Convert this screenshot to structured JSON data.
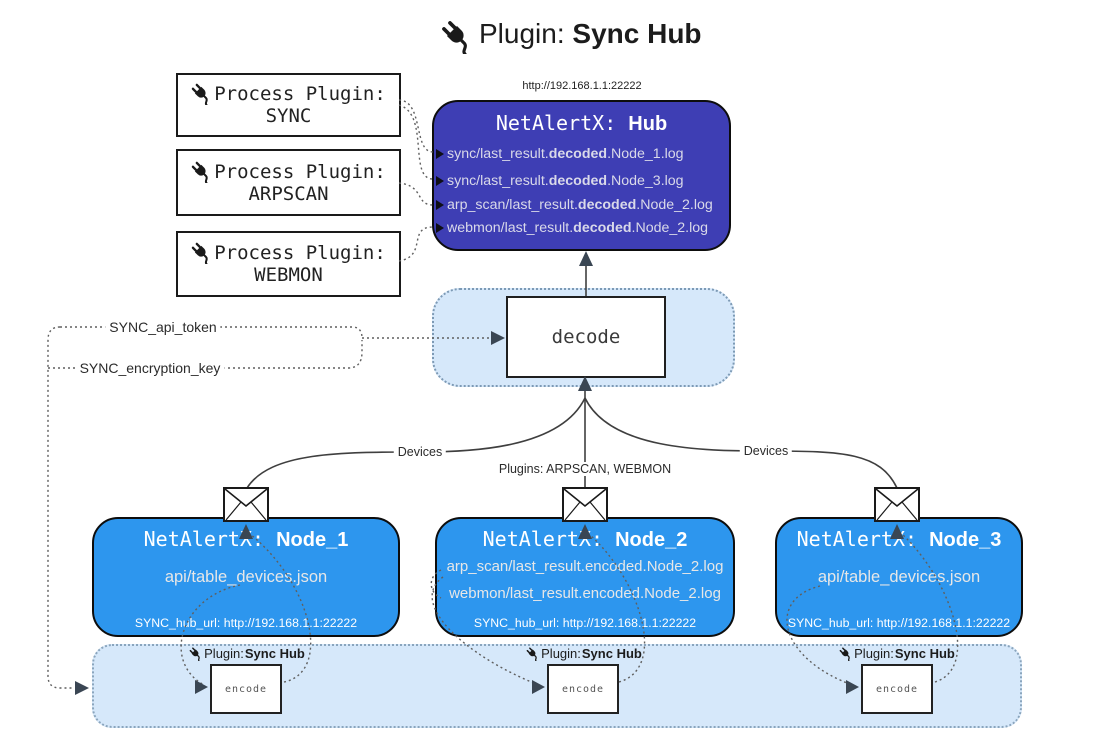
{
  "title": {
    "prefix": "Plugin:",
    "name": "Sync Hub"
  },
  "icons": {
    "plug": "plug-icon",
    "envelope": "envelope-icon",
    "arrow": "triangle-arrowhead"
  },
  "colors": {
    "hub_fill": "#3e3eb4",
    "node_fill": "#2d96ee",
    "panel_fill": "#d6e8fa",
    "panel_border": "#7d9ab5",
    "box_border": "#0d0d0d",
    "line": "#3f3f3f",
    "dotted_line": "#5f5f5f",
    "arrowhead": "#3a4653",
    "hub_text": "#d9d9e9",
    "node_text": "#e7e7e7"
  },
  "process_plugins": [
    {
      "line1": "Process Plugin:",
      "name": "SYNC"
    },
    {
      "line1": "Process Plugin:",
      "name": "ARPSCAN"
    },
    {
      "line1": "Process Plugin:",
      "name": "WEBMON"
    }
  ],
  "hub": {
    "url_label": "http://192.168.1.1:22222",
    "title_mono": "NetAlertX: ",
    "title_bold": "Hub",
    "logs": [
      {
        "pre": "sync/last_result.",
        "bold": "decoded",
        "post": ".Node_1.log"
      },
      {
        "pre": "sync/last_result.",
        "bold": "decoded",
        "post": ".Node_3.log"
      },
      {
        "pre": "arp_scan/last_result.",
        "bold": "decoded",
        "post": ".Node_2.log"
      },
      {
        "pre": "webmon/last_result.",
        "bold": "decoded",
        "post": ".Node_2.log"
      }
    ]
  },
  "decode": {
    "label": "decode"
  },
  "keys": {
    "api_token": "SYNC_api_token",
    "encryption_key": "SYNC_encryption_key"
  },
  "edges": {
    "devices_left": "Devices",
    "devices_right": "Devices",
    "plugins_center": "Plugins: ARPSCAN, WEBMON"
  },
  "nodes": [
    {
      "title_mono": "NetAlertX: ",
      "title_bold": "Node_1",
      "lines": [
        "api/table_devices.json"
      ],
      "hub_url": "SYNC_hub_url: http://192.168.1.1:22222"
    },
    {
      "title_mono": "NetAlertX: ",
      "title_bold": "Node_2",
      "lines": [
        "arp_scan/last_result.encoded.Node_2.log",
        "webmon/last_result.encoded.Node_2.log"
      ],
      "hub_url": "SYNC_hub_url: http://192.168.1.1:22222"
    },
    {
      "title_mono": "NetAlertX: ",
      "title_bold": "Node_3",
      "lines": [
        "api/table_devices.json"
      ],
      "hub_url": "SYNC_hub_url: http://192.168.1.1:22222"
    }
  ],
  "encode_strip": {
    "plugin_label_prefix": "Plugin: ",
    "plugin_label_name": "Sync Hub",
    "encode_label": "encode"
  }
}
